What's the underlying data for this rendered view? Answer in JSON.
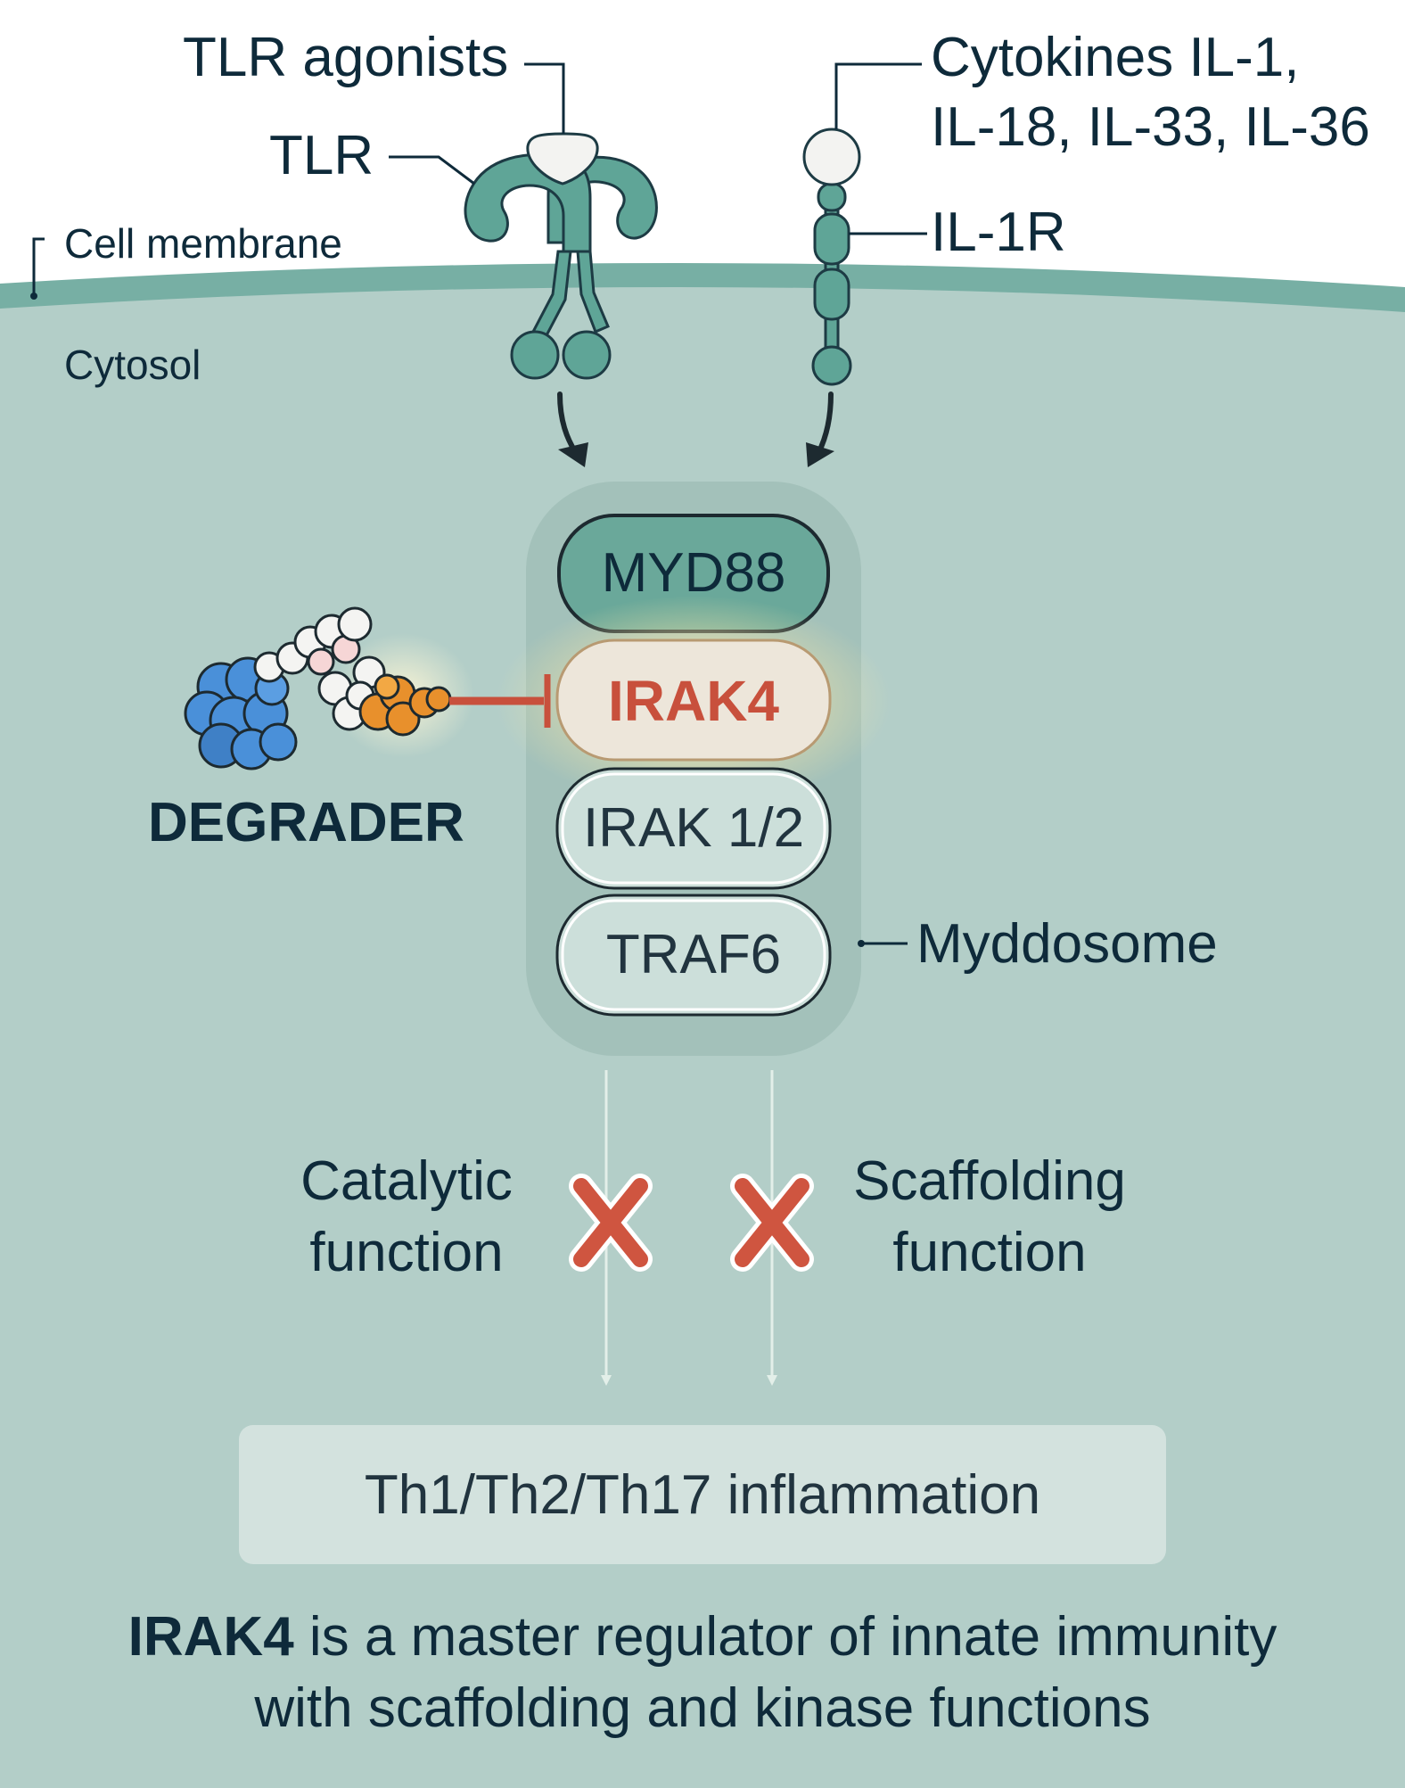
{
  "labels": {
    "tlr_agonists": "TLR agonists",
    "tlr": "TLR",
    "cytokines_line1": "Cytokines IL-1,",
    "cytokines_line2": "IL-18, IL-33, IL-36",
    "il1r": "IL-1R",
    "cell_membrane": "Cell membrane",
    "cytosol": "Cytosol",
    "degrader": "DEGRADER",
    "myddosome": "Myddosome",
    "catalytic_line1": "Catalytic",
    "catalytic_line2": "function",
    "scaffolding_line1": "Scaffolding",
    "scaffolding_line2": "function"
  },
  "complex": {
    "myd88": "MYD88",
    "irak4": "IRAK4",
    "irak12": "IRAK 1/2",
    "traf6": "TRAF6"
  },
  "outcome": "Th1/Th2/Th17 inflammation",
  "caption": {
    "bold": "IRAK4",
    "rest_line1": " is a master regulator of innate immunity",
    "line2": "with scaffolding and kinase functions"
  },
  "colors": {
    "cytosol": "#b3cec8",
    "membrane": "#77afa4",
    "receptor": "#5fa597",
    "myd88_fill": "#6aa89a",
    "irak4_fill": "#ede6da",
    "irak4_text": "#c8503c",
    "block_x": "#cf5540",
    "degrader_blue": "#4a90d9",
    "degrader_orange": "#e8902c",
    "text_dark": "#0e2a3a"
  }
}
